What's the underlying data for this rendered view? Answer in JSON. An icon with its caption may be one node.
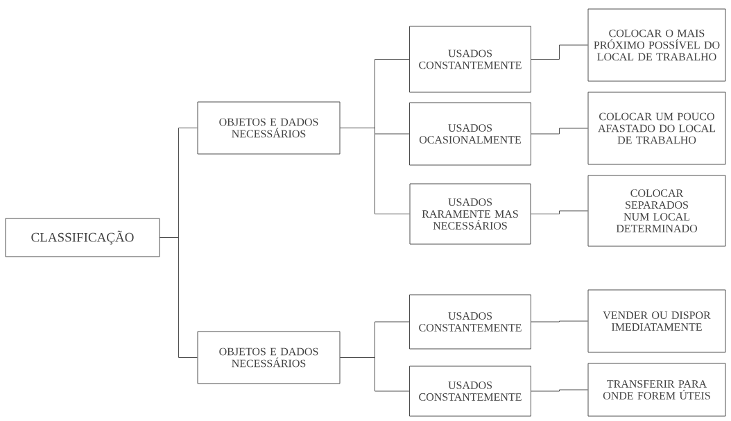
{
  "diagram": {
    "nodes": [
      {
        "text": [
          "CLASSIFICAÇÃO"
        ]
      },
      {
        "text": [
          "OBJETOS E DADOS NECESSÁRIOS"
        ]
      },
      {
        "text": [
          "OBJETOS E DADOS NECESSÁRIOS"
        ]
      },
      {
        "text": [
          "USADOS CONSTANTEMENTE"
        ]
      },
      {
        "text": [
          "USADOS OCASIONALMENTE"
        ]
      },
      {
        "text": [
          "USADOS RARAMENTE MAS NECESSÁRIOS"
        ]
      },
      {
        "text": [
          "COLOCAR O MAIS PRÓXIMO POSSÍVEL DO LOCAL DE TRABALHO"
        ]
      },
      {
        "text": [
          "COLOCAR UM POUCO AFASTADO DO LOCAL DE TRABALHO"
        ]
      },
      {
        "text": [
          "COLOCAR SEPARADOS NUM LOCAL DETERMINADO"
        ]
      },
      {
        "text": [
          "USADOS CONSTANTEMENTE"
        ]
      },
      {
        "text": [
          "USADOS CONSTANTEMENTE"
        ]
      },
      {
        "text": [
          "VENDER OU DISPOR IMEDIATAMENTE"
        ]
      },
      {
        "text": [
          "TRANSFERIR PARA ONDE FOREM ÚTEIS"
        ]
      }
    ],
    "edges": [
      {
        "from": 0,
        "to": 1,
        "arrow": "none"
      },
      {
        "from": 0,
        "to": 2,
        "arrow": "none"
      },
      {
        "from": 1,
        "to": 3,
        "arrow": "none"
      },
      {
        "from": 1,
        "to": 4,
        "arrow": "none"
      },
      {
        "from": 1,
        "to": 5,
        "arrow": "none"
      },
      {
        "from": 3,
        "to": 6,
        "arrow": "none"
      },
      {
        "from": 4,
        "to": 7,
        "arrow": "none"
      },
      {
        "from": 5,
        "to": 8,
        "arrow": "none"
      },
      {
        "from": 2,
        "to": 9,
        "arrow": "none"
      },
      {
        "from": 2,
        "to": 10,
        "arrow": "none"
      },
      {
        "from": 9,
        "to": 11,
        "arrow": "none"
      },
      {
        "from": 10,
        "to": 12,
        "arrow": "none"
      }
    ]
  }
}
